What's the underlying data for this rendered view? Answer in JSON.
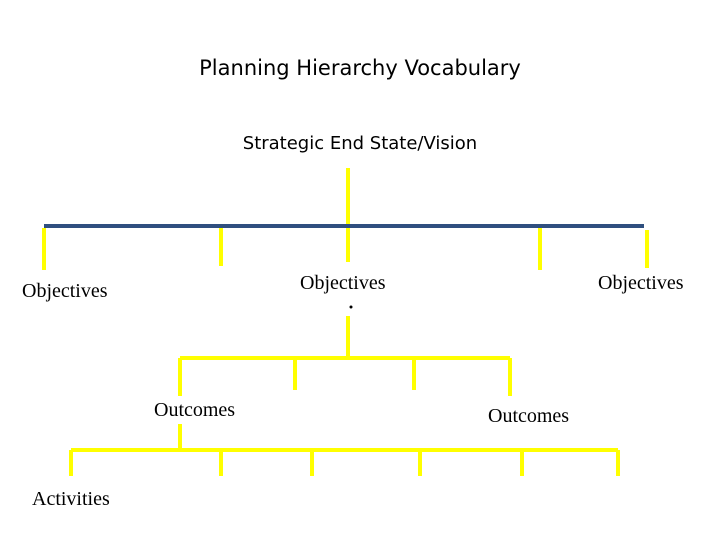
{
  "diagram": {
    "title": "Planning Hierarchy Vocabulary",
    "root": "Strategic End State/Vision",
    "objectives": [
      "Objectives",
      "Objectives",
      "Objectives"
    ],
    "outcomes": [
      "Outcomes",
      "Outcomes"
    ],
    "activities": [
      "Activities"
    ],
    "colors": {
      "connector": "#ffff00",
      "main_bar": "#2f4f7f",
      "text": "#000000"
    }
  }
}
